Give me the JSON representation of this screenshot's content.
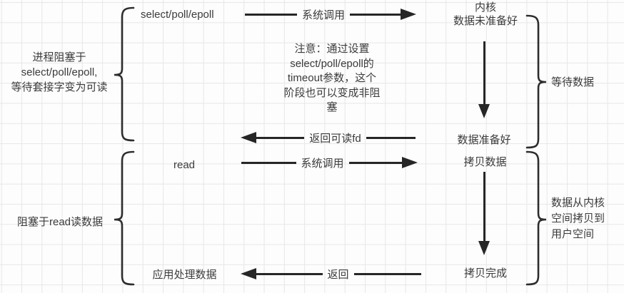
{
  "colors": {
    "background": "#fdfdfd",
    "grid_line": "#e7e7e7",
    "stroke": "#262626",
    "text": "#3b3b3b"
  },
  "phase1": {
    "left_brace_label": "进程阻塞于\nselect/poll/epoll,\n等待套接字变为可读",
    "select_node": "select/poll/epoll",
    "syscall_arrow_label": "系统调用",
    "kernel_node": "内核\n数据未准备好",
    "right_brace_label": "等待数据",
    "note": "注意：通过设置\nselect/poll/epoll的\ntimeout参数，这个\n阶段也可以变成非阻\n塞",
    "data_ready_node": "数据准备好",
    "return_arrow_label": "返回可读fd"
  },
  "phase2": {
    "left_brace_label": "阻塞于read读数据",
    "read_node": "read",
    "syscall_arrow_label": "系统调用",
    "copy_node": "拷贝数据",
    "right_brace_label": "数据从内核\n空间拷贝到\n用户空间",
    "copy_done_node": "拷贝完成",
    "return_arrow_label": "返回",
    "app_node": "应用处理数据"
  }
}
